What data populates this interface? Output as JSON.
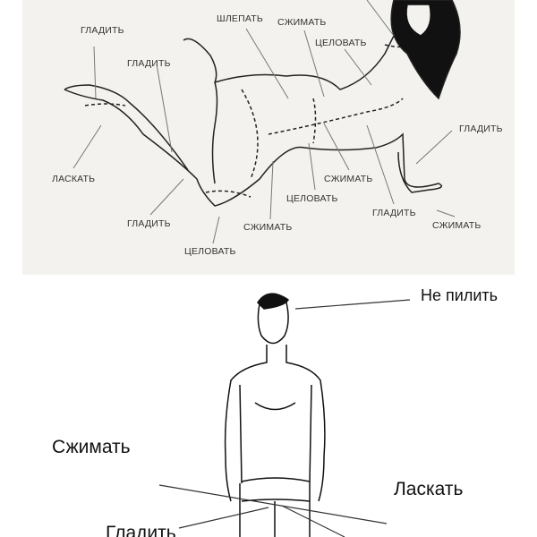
{
  "female_diagram": {
    "labels": [
      "ГЛАДИТЬ",
      "ГЛАДИТЬ",
      "ШЛЕПАТЬ",
      "СЖИМАТЬ",
      "ЦЕЛОВАТЬ",
      "ГЛАДИТЬ",
      "ЛАСКАТЬ",
      "СЖИМАТЬ",
      "ЦЕЛОВАТЬ",
      "ГЛАДИТЬ",
      "СЖИМАТЬ",
      "ГЛАДИТЬ",
      "СЖИМАТЬ",
      "ЦЕЛОВАТЬ"
    ]
  },
  "male_diagram": {
    "labels": [
      "Не пилить",
      "Сжимать",
      "Ласкать",
      "Гладить"
    ]
  }
}
